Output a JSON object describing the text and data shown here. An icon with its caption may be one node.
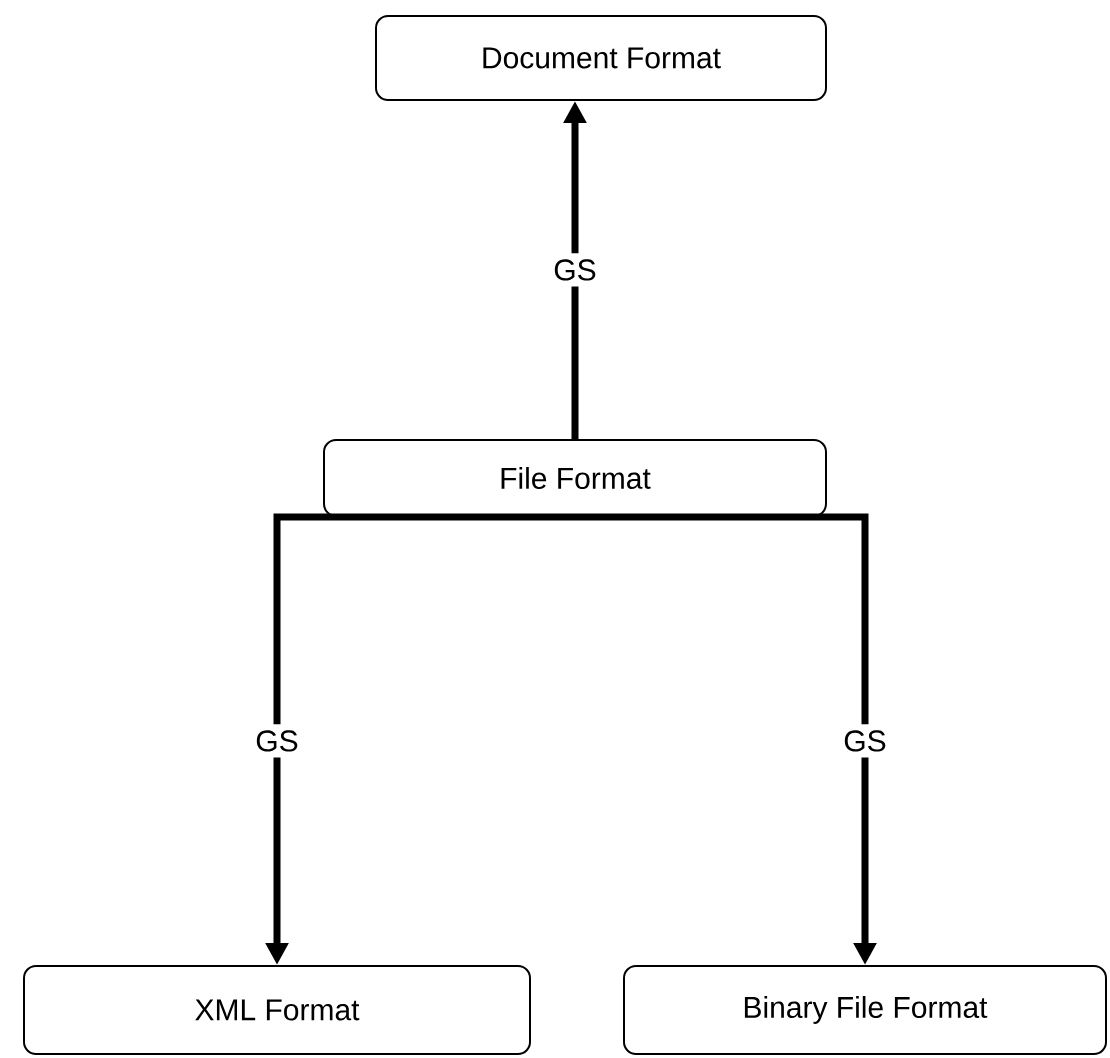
{
  "diagram": {
    "nodes": [
      {
        "text": [
          "Document Format"
        ]
      },
      {
        "text": [
          "File Format"
        ]
      },
      {
        "text": [
          "XML Format"
        ]
      },
      {
        "text": [
          "Binary File Format"
        ]
      }
    ],
    "edges": [
      {
        "from": 1,
        "to": 0,
        "arrow": "to",
        "label": "GS"
      },
      {
        "from": 1,
        "to": 2,
        "arrow": "to",
        "label": "GS"
      },
      {
        "from": 1,
        "to": 3,
        "arrow": "to",
        "label": "GS"
      }
    ]
  }
}
